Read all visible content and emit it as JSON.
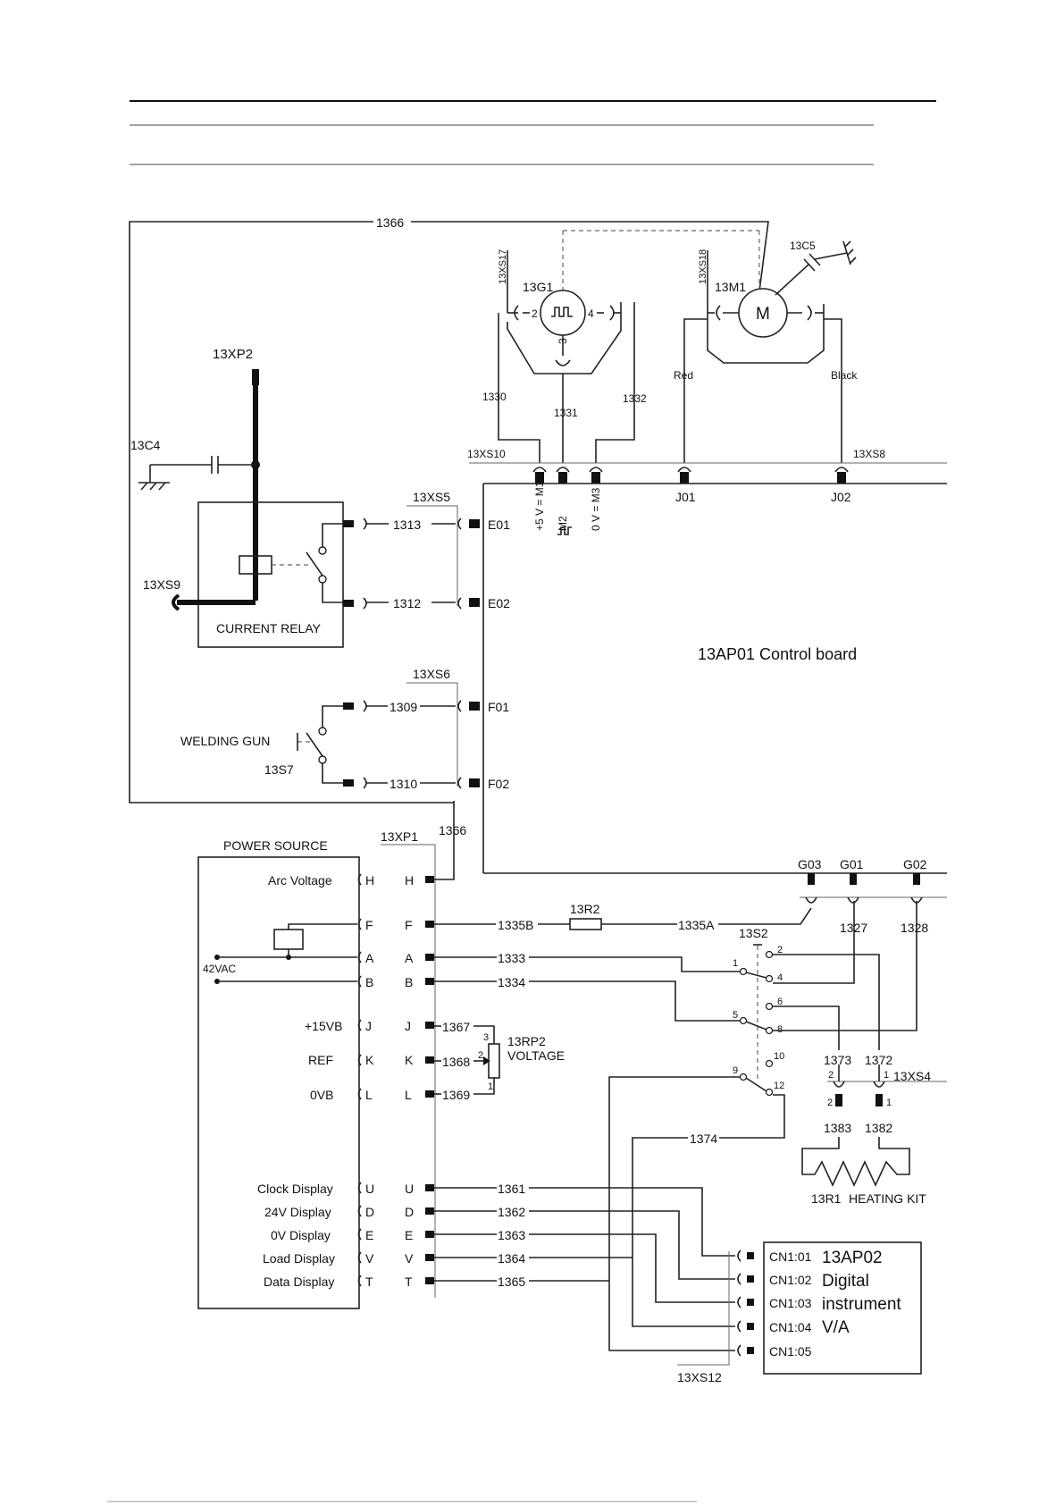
{
  "labels": {
    "wire_1366_top": "1366",
    "wire_1366_bottom": "1366",
    "c5": "13C5",
    "xs17": "13XS17",
    "xs18": "13XS18",
    "g1": "13G1",
    "m1": "13M1",
    "motor_symbol": "M",
    "g1_pin2": "2",
    "g1_pin4": "4",
    "g1_pin3": "3",
    "red": "Red",
    "black": "Black",
    "w1330": "1330",
    "w1331": "1331",
    "w1332": "1332",
    "xs10": "13XS10",
    "xs8": "13XS8",
    "m1_lbl": "+5 V = M1",
    "m2_lbl": "M2",
    "m3_lbl": "0 V = M3",
    "j01": "J01",
    "j02": "J02",
    "xp2": "13XP2",
    "c4": "13C4",
    "xs5": "13XS5",
    "w1313": "1313",
    "w1312": "1312",
    "e01": "E01",
    "e02": "E02",
    "xs9": "13XS9",
    "current_relay": "CURRENT RELAY",
    "control_board": "13AP01 Control board",
    "xs6": "13XS6",
    "w1309": "1309",
    "w1310": "1310",
    "f01": "F01",
    "f02": "F02",
    "welding_gun": "WELDING GUN",
    "s7": "13S7",
    "power_source": "POWER SOURCE",
    "xp1": "13XP1",
    "arc_voltage": "Arc Voltage",
    "v42": "42VAC",
    "v15": "+15VB",
    "ref": "REF",
    "v0": "0VB",
    "clock_display": "Clock Display",
    "d24": "24V Display",
    "d0": "0V Display",
    "load_display": "Load Display",
    "data_display": "Data Display",
    "pin_H": "H",
    "pin_F": "F",
    "pin_A": "A",
    "pin_B": "B",
    "pin_J": "J",
    "pin_K": "K",
    "pin_L": "L",
    "pin_U": "U",
    "pin_D": "D",
    "pin_E": "E",
    "pin_V": "V",
    "pin_T": "T",
    "g03": "G03",
    "g01": "G01",
    "g02": "G02",
    "r2": "13R2",
    "w1335b": "1335B",
    "w1335a": "1335A",
    "s2": "13S2",
    "w1327": "1327",
    "w1328": "1328",
    "w1333": "1333",
    "w1334": "1334",
    "w1367": "1367",
    "w1368": "1368",
    "w1369": "1369",
    "rp2": "13RP2",
    "rp2_voltage": "VOLTAGE",
    "rp_pin3": "3",
    "rp_pin2": "2",
    "rp_pin1": "1",
    "s2_p1": "1",
    "s2_p2": "2",
    "s2_p4": "4",
    "s2_p5": "5",
    "s2_p6": "6",
    "s2_p8": "8",
    "s2_p9": "9",
    "s2_p10": "10",
    "s2_p12": "12",
    "w1373": "1373",
    "w1372": "1372",
    "xs4": "13XS4",
    "xs4_p2": "2",
    "xs4_p1": "1",
    "h_p2": "2",
    "h_p1": "1",
    "w1374": "1374",
    "w1383": "1383",
    "w1382": "1382",
    "r1": "13R1",
    "heating_kit": "HEATING KIT",
    "w1361": "1361",
    "w1362": "1362",
    "w1363": "1363",
    "w1364": "1364",
    "w1365": "1365",
    "cn101": "CN1:01",
    "cn102": "CN1:02",
    "cn103": "CN1:03",
    "cn104": "CN1:04",
    "cn105": "CN1:05",
    "ap02": "13AP02",
    "digital": "Digital",
    "instrument": "instrument",
    "va": "V/A",
    "xs12": "13XS12"
  }
}
